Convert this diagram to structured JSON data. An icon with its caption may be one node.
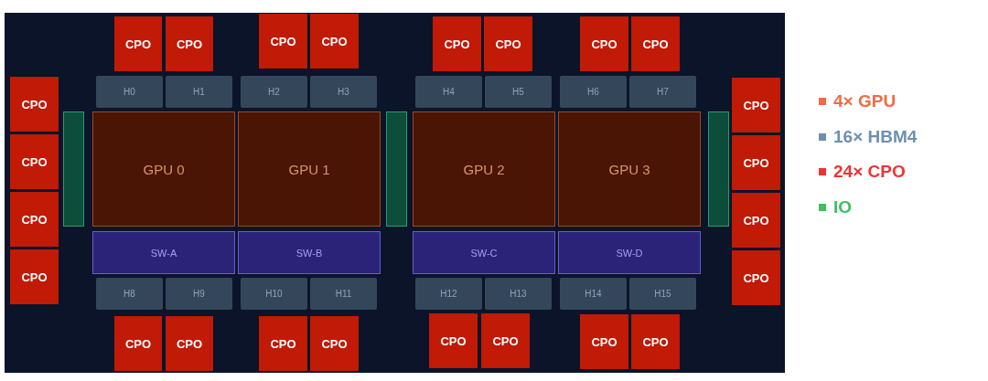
{
  "diagram": {
    "nodes": [
      {
        "text": [
          "CPO"
        ]
      },
      {
        "text": [
          "CPO"
        ]
      },
      {
        "text": [
          "CPO"
        ]
      },
      {
        "text": [
          "CPO"
        ]
      },
      {
        "text": [
          "CPO"
        ]
      },
      {
        "text": [
          "CPO"
        ]
      },
      {
        "text": [
          "CPO"
        ]
      },
      {
        "text": [
          "CPO"
        ]
      },
      {
        "text": [
          "H0"
        ]
      },
      {
        "text": [
          "H1"
        ]
      },
      {
        "text": [
          "H2"
        ]
      },
      {
        "text": [
          "H3"
        ]
      },
      {
        "text": [
          "H4"
        ]
      },
      {
        "text": [
          "H5"
        ]
      },
      {
        "text": [
          "H6"
        ]
      },
      {
        "text": [
          "H7"
        ]
      },
      {
        "text": [
          "CPO"
        ]
      },
      {
        "text": [
          "CPO"
        ]
      },
      {
        "text": [
          "CPO"
        ]
      },
      {
        "text": [
          "CPO"
        ]
      },
      {
        "text": [],
        "shape": "bar"
      },
      {
        "text": [
          "GPU 0"
        ]
      },
      {
        "text": [
          "GPU 1"
        ]
      },
      {
        "text": [],
        "shape": "bar"
      },
      {
        "text": [
          "GPU 2"
        ]
      },
      {
        "text": [
          "GPU 3"
        ]
      },
      {
        "text": [],
        "shape": "bar"
      },
      {
        "text": [
          "CPO"
        ]
      },
      {
        "text": [
          "CPO"
        ]
      },
      {
        "text": [
          "CPO"
        ]
      },
      {
        "text": [
          "CPO"
        ]
      },
      {
        "text": [
          "SW-A"
        ]
      },
      {
        "text": [
          "SW-B"
        ]
      },
      {
        "text": [
          "SW-C"
        ]
      },
      {
        "text": [
          "SW-D"
        ]
      },
      {
        "text": [
          "H8"
        ]
      },
      {
        "text": [
          "H9"
        ]
      },
      {
        "text": [
          "H10"
        ]
      },
      {
        "text": [
          "H11"
        ]
      },
      {
        "text": [
          "H12"
        ]
      },
      {
        "text": [
          "H13"
        ]
      },
      {
        "text": [
          "H14"
        ]
      },
      {
        "text": [
          "H15"
        ]
      },
      {
        "text": [
          "CPO"
        ]
      },
      {
        "text": [
          "CPO"
        ]
      },
      {
        "text": [
          "CPO"
        ]
      },
      {
        "text": [
          "CPO"
        ]
      },
      {
        "text": [
          "CPO"
        ]
      },
      {
        "text": [
          "CPO"
        ]
      },
      {
        "text": [
          "CPO"
        ]
      },
      {
        "text": [
          "CPO"
        ]
      }
    ],
    "legend": [
      {
        "text": "4× GPU",
        "color": "#f26a44"
      },
      {
        "text": "16× HBM4",
        "color": "#6f8fb0"
      },
      {
        "text": "24× CPO",
        "color": "#ee3333"
      },
      {
        "text": "IO",
        "color": "#3ec060"
      }
    ]
  }
}
